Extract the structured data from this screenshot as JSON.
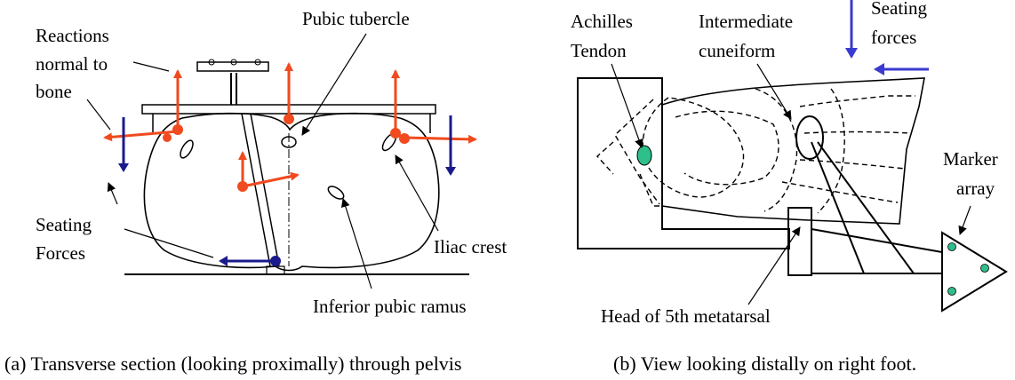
{
  "colors": {
    "force_red": "#f04a1e",
    "force_blue": "#1a1a8c",
    "seat_blue": "#3a3ad0",
    "marker_green": "#2fbf8a",
    "ink": "#000000"
  },
  "panel_a": {
    "labels": {
      "reactions_1": "Reactions",
      "reactions_2": "normal to",
      "reactions_3": "bone",
      "pubic_tubercle": "Pubic tubercle",
      "seating_1": "Seating",
      "seating_2": "Forces",
      "iliac_crest": "Iliac crest",
      "inferior_pubic_ramus": "Inferior pubic ramus"
    },
    "caption": "(a) Transverse section (looking proximally) through pelvis"
  },
  "panel_b": {
    "labels": {
      "achilles_1": "Achilles",
      "achilles_2": "Tendon",
      "intermediate_1": "Intermediate",
      "intermediate_2": "cuneiform",
      "seating_1": "Seating",
      "seating_2": "forces",
      "marker_1": "Marker",
      "marker_2": "array",
      "metatarsal": "Head of 5th metatarsal"
    },
    "caption": "(b) View looking distally on right foot."
  }
}
